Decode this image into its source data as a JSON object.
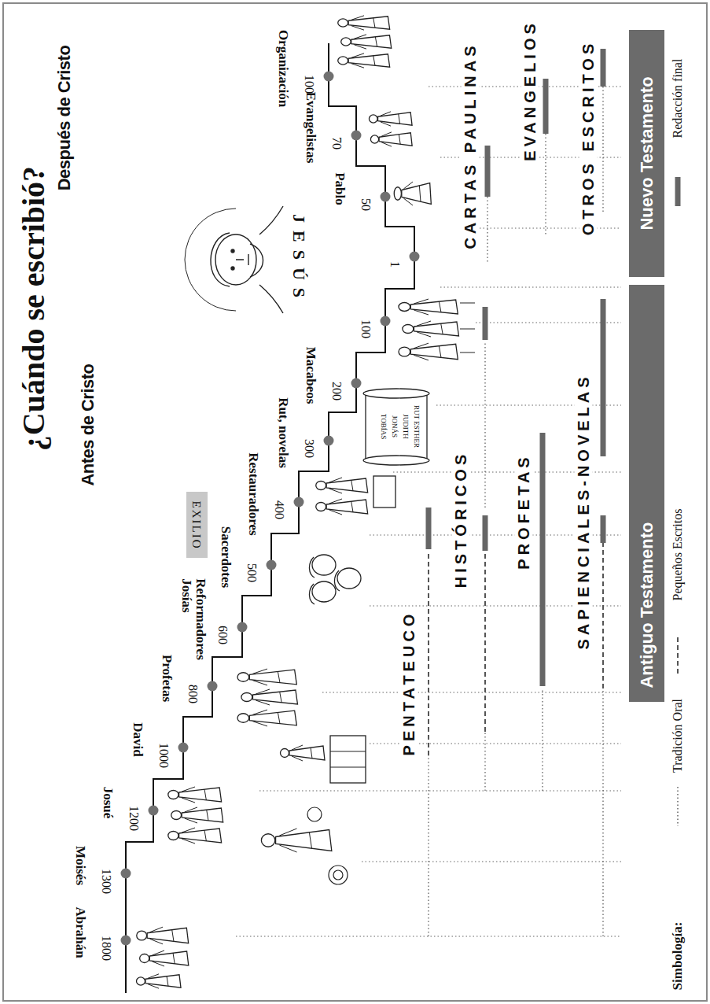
{
  "diagram": {
    "title": "¿Cuándo se escribió?",
    "nodes": [
      {
        "text": [
          "EXILIO"
        ]
      },
      {
        "text": [
          "Antiguo Testamento"
        ]
      },
      {
        "text": [
          "Nuevo Testamento"
        ]
      }
    ],
    "labels": [
      "Antes de Cristo",
      "Después de Cristo",
      "1800",
      "Abrahán",
      "1300",
      "Moisés",
      "1200",
      "Josué",
      "1000",
      "David",
      "800",
      "Profetas",
      "600",
      "Reformadores Josías",
      "500",
      "Sacerdotes",
      "400",
      "Restauradores",
      "300",
      "Rut, novelas",
      "200",
      "Macabeos",
      "100",
      "1",
      "JESÚS",
      "50",
      "Pablo",
      "70",
      "Evangelistas",
      "100",
      "Organización",
      "RUT ESTHER",
      "JUDITH",
      "JONÁS",
      "TOBÍAS",
      "PENTATEUCO",
      "HISTÓRICOS",
      "PROFETAS",
      "SAPIENCIALES-NOVELAS",
      "CARTAS PAULINAS",
      "EVANGELIOS",
      "OTROS ESCRITOS",
      "Simbología:"
    ],
    "legend": [
      {
        "text": "Tradición Oral"
      },
      {
        "text": "Pequeños Escritos"
      },
      {
        "text": "Redacción final"
      }
    ]
  }
}
